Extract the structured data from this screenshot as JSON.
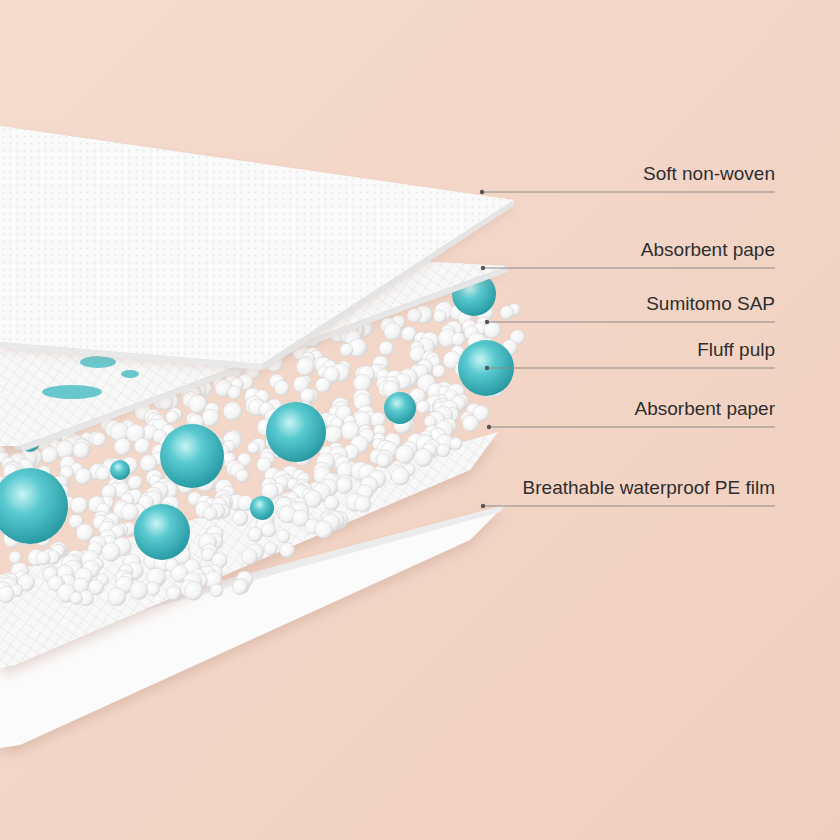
{
  "diagram": {
    "labels": [
      "Soft non-woven",
      "Absorbent pape",
      "Sumitomo SAP",
      "Fluff pulp",
      "Absorbent paper",
      "Breathable waterproof PE film"
    ]
  }
}
